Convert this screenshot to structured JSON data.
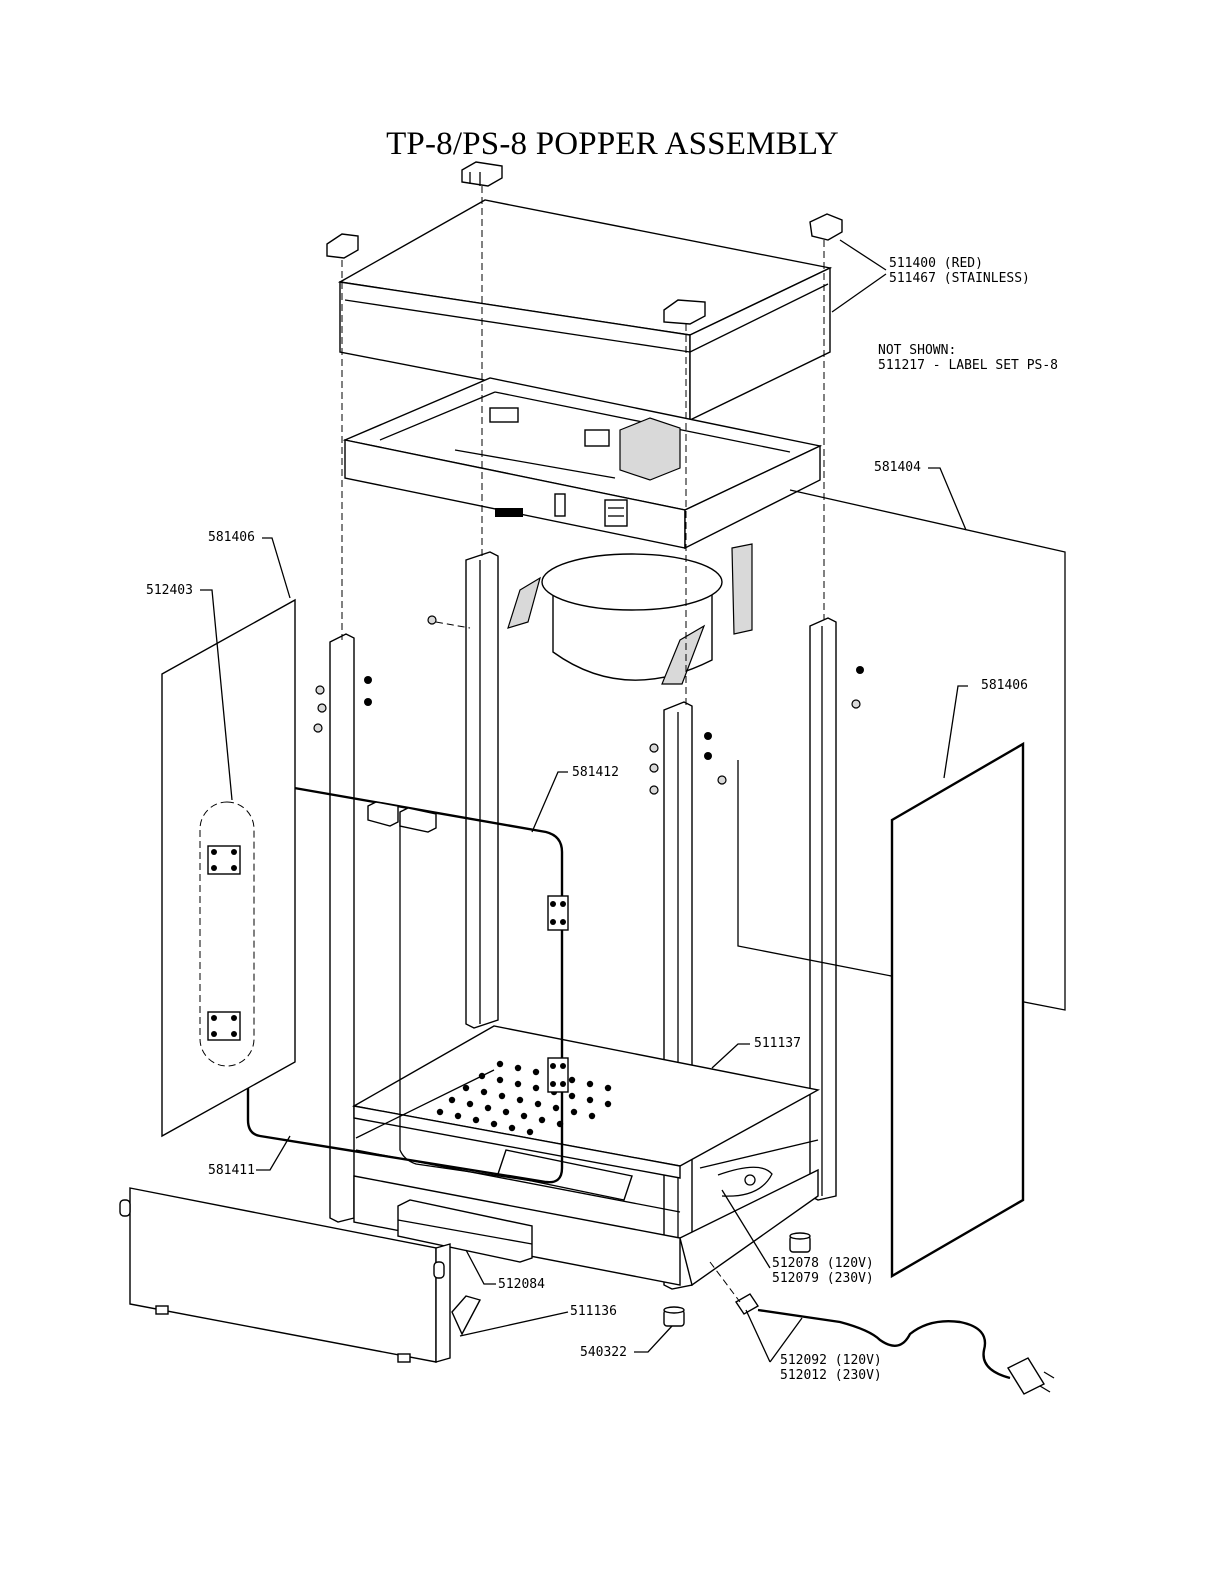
{
  "title": "TP-8/PS-8 POPPER ASSEMBLY",
  "labels": {
    "cap_red": "511400 (RED)",
    "cap_stainless": "511467 (STAINLESS)",
    "not_shown": "NOT SHOWN:",
    "label_set": "511217 - LABEL SET PS-8",
    "panel_back": "581404",
    "panel_left": "581406",
    "panel_right": "581406",
    "hinge_set": "512403",
    "door_top": "581412",
    "door_bottom": "581411",
    "deck": "511137",
    "drawer": "512084",
    "base_front": "511136",
    "foot": "540322",
    "element_120": "512078 (120V)",
    "element_230": "512079 (230V)",
    "cord_120": "512092 (120V)",
    "cord_230": "512012 (230V)"
  }
}
